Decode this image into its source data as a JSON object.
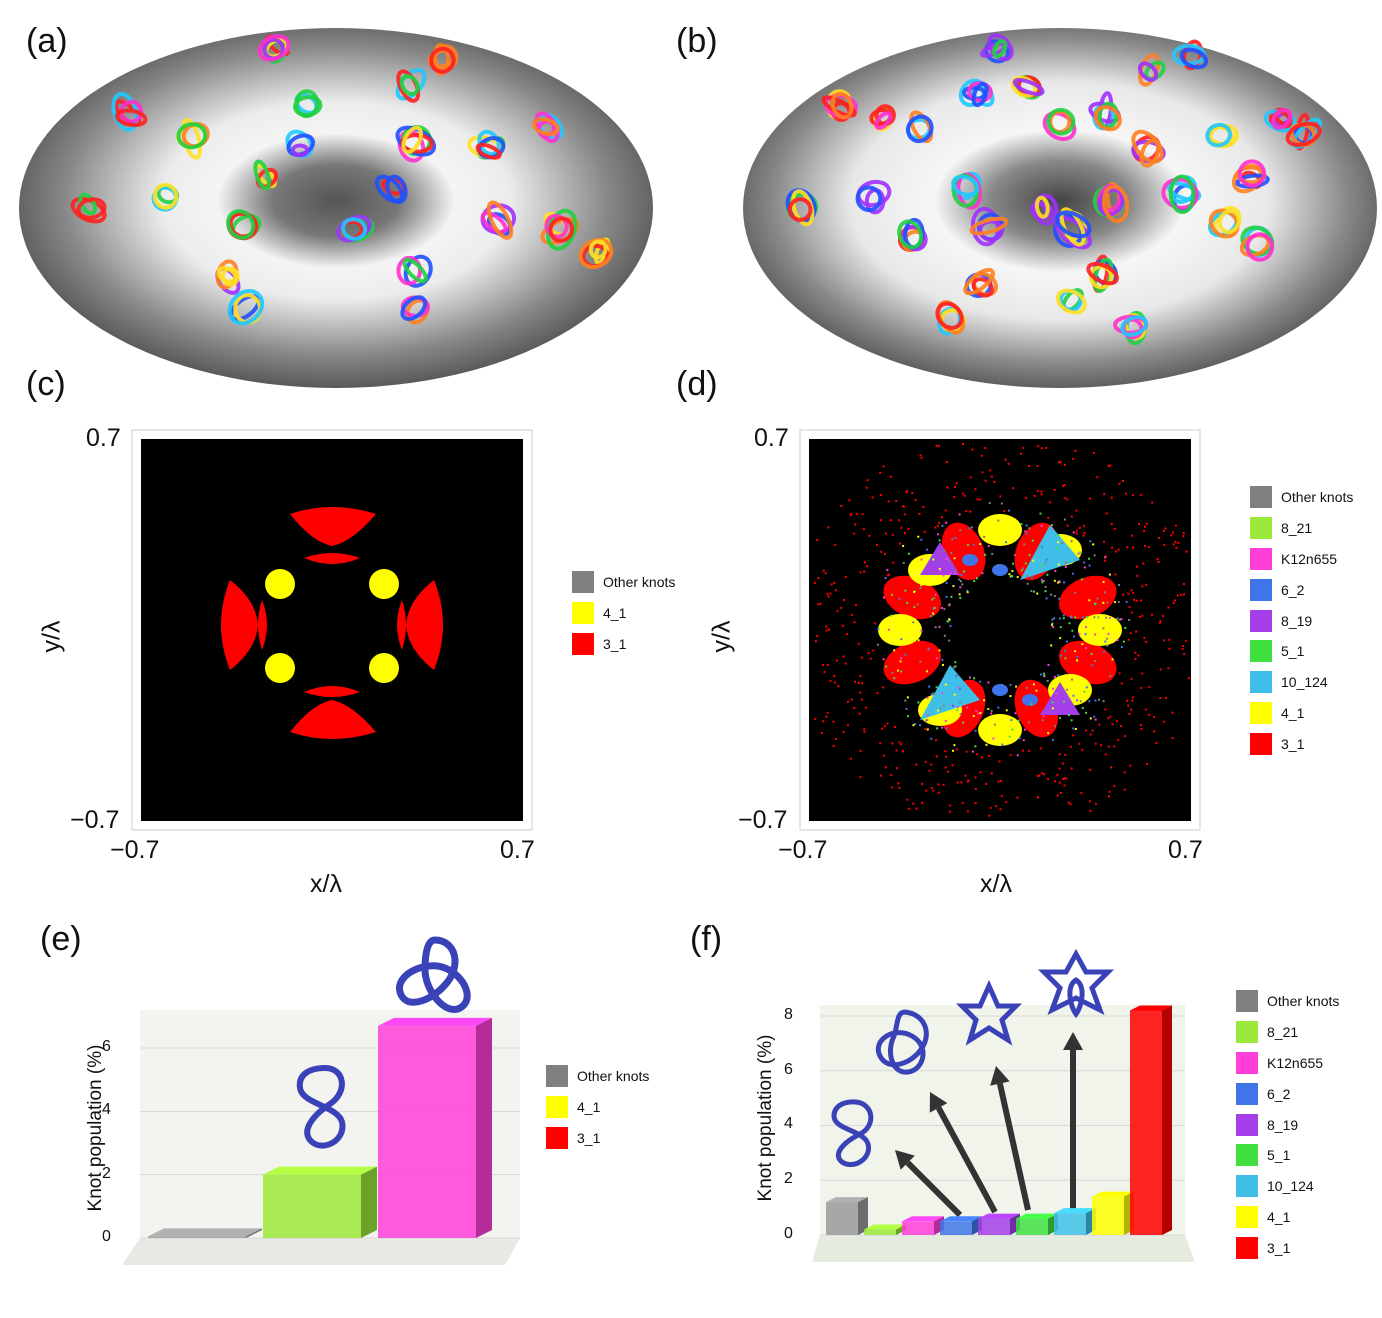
{
  "panels": {
    "a": "(a)",
    "b": "(b)",
    "c": "(c)",
    "d": "(d)",
    "e": "(e)",
    "f": "(f)"
  },
  "colors": {
    "other": "#808080",
    "k8_21": "#9be83a",
    "K12n655": "#ff3fd8",
    "k6_2": "#3f75e8",
    "k8_19": "#a33ee8",
    "k5_1": "#3fe03f",
    "k10_124": "#3fbfe8",
    "k4_1": "#ffff00",
    "k3_1": "#ff0000",
    "knot_tube": "#3a42b8"
  },
  "icons": [
    "knot-tube-icon",
    "trefoil-knot-icon",
    "figure-eight-knot-icon",
    "cinquefoil-knot-icon"
  ],
  "chart_data": [
    {
      "panel": "c",
      "type": "heatmap",
      "xlabel": "x/λ",
      "ylabel": "y/λ",
      "xlim": [
        -0.7,
        0.7
      ],
      "ylim": [
        -0.7,
        0.7
      ],
      "x_ticks": [
        "−0.7",
        "0.7"
      ],
      "y_ticks": [
        "0.7",
        "−0.7"
      ],
      "legend": [
        "Other knots",
        "4_1",
        "3_1"
      ],
      "legend_placement": "right"
    },
    {
      "panel": "d",
      "type": "heatmap",
      "xlabel": "x/λ",
      "ylabel": "y/λ",
      "xlim": [
        -0.7,
        0.7
      ],
      "ylim": [
        -0.7,
        0.7
      ],
      "x_ticks": [
        "−0.7",
        "0.7"
      ],
      "y_ticks": [
        "0.7",
        "−0.7"
      ],
      "legend": [
        "Other knots",
        "8_21",
        "K12n655",
        "6_2",
        "8_19",
        "5_1",
        "10_124",
        "4_1",
        "3_1"
      ],
      "legend_placement": "right"
    },
    {
      "panel": "e",
      "type": "bar",
      "ylabel": "Knot population (%)",
      "ylim": [
        0,
        7.2
      ],
      "y_ticks": [
        "0",
        "2",
        "4",
        "6"
      ],
      "categories": [
        "Other knots",
        "4_1",
        "3_1"
      ],
      "values": [
        0.05,
        2.0,
        6.7
      ],
      "legend": [
        "Other knots",
        "4_1",
        "3_1"
      ],
      "legend_placement": "right"
    },
    {
      "panel": "f",
      "type": "bar",
      "ylabel": "Knot population (%)",
      "ylim": [
        0,
        8.4
      ],
      "y_ticks": [
        "0",
        "2",
        "4",
        "6",
        "8"
      ],
      "categories": [
        "Other knots",
        "8_21",
        "K12n655",
        "6_2",
        "8_19",
        "5_1",
        "10_124",
        "4_1",
        "3_1"
      ],
      "values": [
        1.2,
        0.2,
        0.5,
        0.5,
        0.6,
        0.6,
        0.8,
        1.4,
        8.2
      ],
      "legend": [
        "Other knots",
        "8_21",
        "K12n655",
        "6_2",
        "8_19",
        "5_1",
        "10_124",
        "4_1",
        "3_1"
      ],
      "legend_placement": "right"
    }
  ]
}
